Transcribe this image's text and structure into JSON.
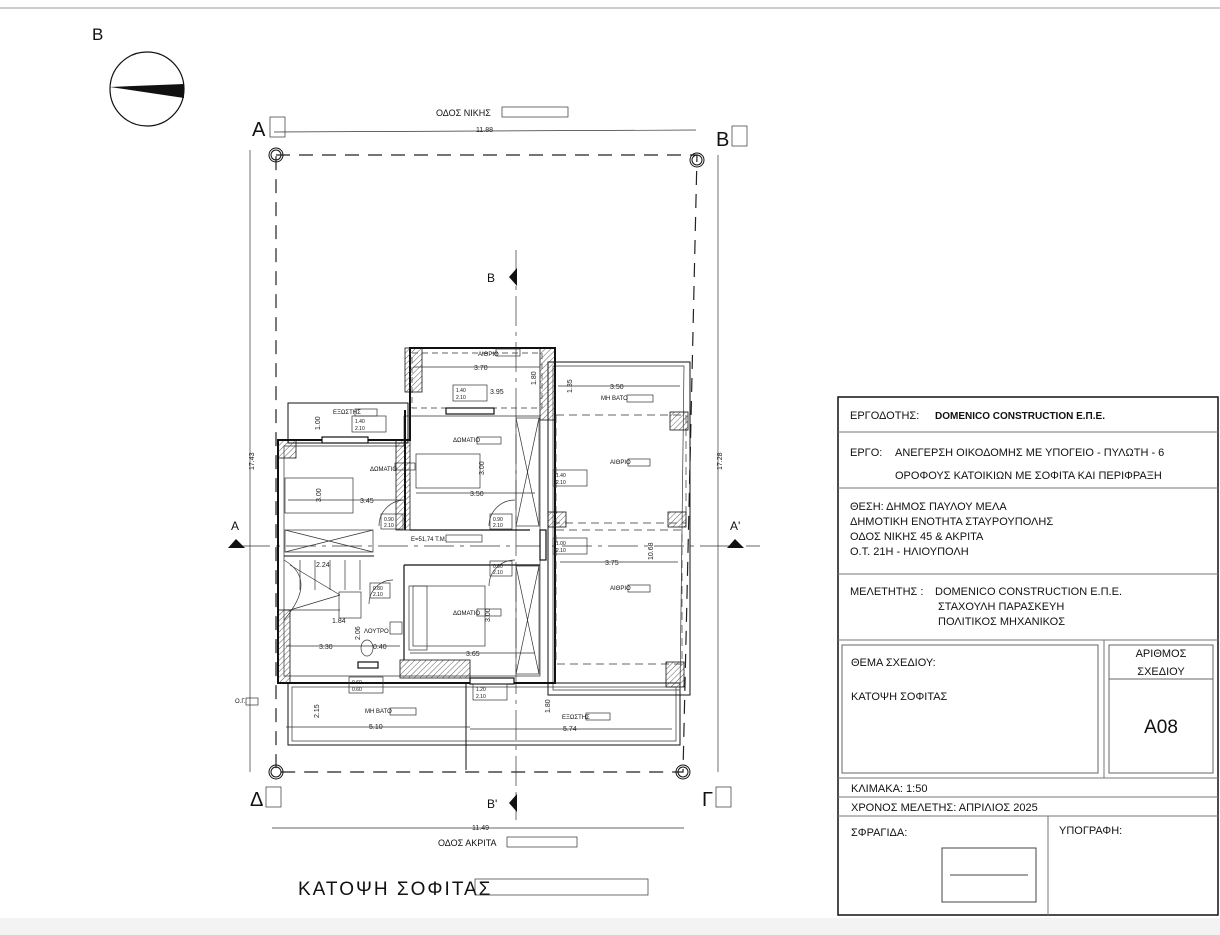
{
  "sheet": {
    "corner_label": "B",
    "drawing_title": "ΚΑΤΟΨΗ ΣΟΦΙΤΑΣ"
  },
  "plot": {
    "street_top": "ΟΔΟΣ ΝΙΚΗΣ",
    "street_bottom": "ΟΔΟΣ ΑΚΡΙΤΑ",
    "corners": [
      "Α",
      "Β",
      "Γ",
      "Δ"
    ],
    "dim_top": "11.88",
    "dim_bottom": "11.49",
    "dim_left": "17.43",
    "dim_right": "17.28",
    "section_a": "A",
    "section_a_prime": "A'",
    "section_b": "B",
    "section_b_prime": "B'",
    "og_label": "Ο.Γ."
  },
  "rooms": {
    "room1": "ΔΩΜΑΤΙΟ",
    "room2": "ΔΩΜΑΤΙΟ",
    "room3": "ΔΩΜΑΤΙΟ",
    "bath": "ΛΟΥΤΡΟ",
    "atrium_top": "ΑΙΘΡΙΟ",
    "atrium_right1": "ΑΙΘΡΙΟ",
    "atrium_right2": "ΑΙΘΡΙΟ",
    "non_walk_top": "ΜΗ ΒΑΤΟ",
    "non_walk_bottom": "ΜΗ ΒΑΤΟ",
    "balcony_top": "ΕΞΩΣΤΗΣ",
    "balcony_bottom": "ΕΞΩΣΤΗΣ",
    "area": "Ε=51,74 Τ.Μ."
  },
  "dimensions": [
    "3.70",
    "3.95",
    "1.80",
    "1.35",
    "3.50",
    "1.00",
    "3.45",
    "3.00",
    "3.50",
    "3.00",
    "2.24",
    "1.84",
    "2.06",
    "3.30",
    "0.40",
    "3.65",
    "3.00",
    "3.75",
    "10.68",
    "2.15",
    "5.10",
    "1.80",
    "5.74"
  ],
  "openings": [
    {
      "w": "1.40",
      "h": "2.10"
    },
    {
      "w": "1.40",
      "h": "2.10"
    },
    {
      "w": "1.40",
      "h": "2.10"
    },
    {
      "w": "0.90",
      "h": "2.10"
    },
    {
      "w": "0.90",
      "h": "2.10"
    },
    {
      "w": "1.00",
      "h": "2.10"
    },
    {
      "w": "0.90",
      "h": "2.10"
    },
    {
      "w": "0.80",
      "h": "2.10"
    },
    {
      "w": "0.60",
      "h": "0.60"
    },
    {
      "w": "1.20",
      "h": "2.10"
    }
  ],
  "title_block": {
    "client_label": "ΕΡΓΟΔΟΤΗΣ:",
    "client_value": "DOMENICO CONSTRUCTION Ε.Π.Ε.",
    "project_label": "ΕΡΓΟ:",
    "project_line1": "ΑΝΕΓΕΡΣΗ ΟΙΚΟΔΟΜΗΣ ΜΕ ΥΠΟΓΕΙΟ - ΠΥΛΩΤΗ - 6",
    "project_line2": "ΟΡΟΦΟΥΣ ΚΑΤΟΙΚΙΩΝ ΜΕ ΣΟΦΙΤΑ ΚΑΙ ΠΕΡΙΦΡΑΞΗ",
    "location_lines": [
      "ΘΕΣΗ: ΔΗΜΟΣ ΠΑΥΛΟΥ ΜΕΛΑ",
      "ΔΗΜΟΤΙΚΗ ΕΝΟΤΗΤΑ ΣΤΑΥΡΟΥΠΟΛΗΣ",
      "ΟΔΟΣ ΝΙΚΗΣ 45 & ΑΚΡΙΤΑ",
      "Ο.Τ. 21Η - ΗΛΙΟΥΠΟΛΗ"
    ],
    "designer_label": "ΜΕΛΕΤΗΤΗΣ :",
    "designer_lines": [
      "DOMENICO CONSTRUCTION Ε.Π.Ε.",
      "ΣΤΑΧΟΥΛΗ ΠΑΡΑΣΚΕΥΗ",
      "ΠΟΛΙΤΙΚΟΣ ΜΗΧΑΝΙΚΟΣ"
    ],
    "subject_label": "ΘΕΜΑ ΣΧΕΔΙΟΥ:",
    "subject_value": "ΚΑΤΟΨΗ ΣΟΦΙΤΑΣ",
    "number_label_1": "ΑΡΙΘΜΟΣ",
    "number_label_2": "ΣΧΕΔΙΟΥ",
    "number_value": "A08",
    "scale": "ΚΛΙΜΑΚΑ:   1:50",
    "year": "ΧΡΟΝΟΣ ΜΕΛΕΤΗΣ: ΑΠΡΙΛΙΟΣ 2025",
    "stamp_label": "ΣΦΡΑΓΙΔΑ:",
    "signature_label": "ΥΠΟΓΡΑΦΗ:"
  }
}
